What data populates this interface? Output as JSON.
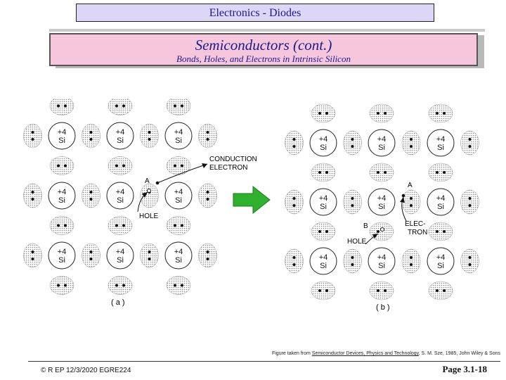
{
  "header": {
    "title": "Electronics - Diodes"
  },
  "slide": {
    "title": "Semiconductors (cont.)",
    "subtitle": "Bonds, Holes, and Electrons in Intrinsic Silicon"
  },
  "figure": {
    "atom_charge": "+4",
    "atom_symbol": "Si",
    "panel_a": {
      "label": "( a )",
      "point_a": "A",
      "conduction_line1": "CONDUCTION",
      "conduction_line2": "ELECTRON",
      "hole": "HOLE"
    },
    "panel_b": {
      "label": "( b )",
      "point_a": "A",
      "point_b": "B",
      "electron_line1": "ELEC-",
      "electron_line2": "TRON",
      "hole": "HOLE"
    },
    "colors": {
      "arrow": "#2fb02f",
      "bond": "#b8b8b8"
    }
  },
  "caption": {
    "prefix": "Figure taken from ",
    "book": "Semiconductor Devices, Physics and Technology",
    "suffix": ", S. M. Sze, 1985, John Wiley & Sons"
  },
  "footer": {
    "left": "© R EP 12/3/2020 EGRE224",
    "page": "Page 3.1-18"
  }
}
